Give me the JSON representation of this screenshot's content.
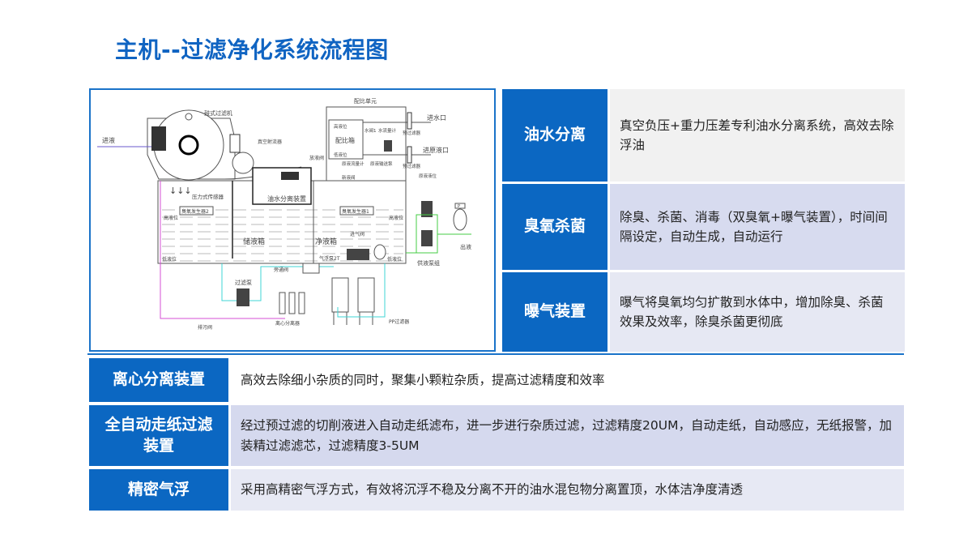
{
  "title": "主机--过滤净化系统流程图",
  "diagram": {
    "labels": {
      "drum_filter": "鼓式过滤机",
      "inlet": "进液",
      "vacuum_jet": "真空射流器",
      "pressure_sensor": "压力式传感器",
      "oil_water_sep": "油水分离装置",
      "ratio_unit": "配比单元",
      "ratio_tank": "配比箱",
      "high_level_ratio": "高液位",
      "low_level_ratio": "低液位",
      "water_valve": "水阀1",
      "water_flowmeter": "水流量计",
      "prefilter_1": "预过滤器",
      "prefilter_2": "预过滤器",
      "water_inlet": "进水口",
      "concentrate_inlet": "进原液口",
      "concentrate_flowmeter": "原液流量计",
      "concentrate_pump": "原液输送泵",
      "concentrate_level": "原液液位",
      "drain_valve_top": "放液阀",
      "new_liquid_valve": "新液阀",
      "ozone_gen_2": "臭氧发生器2",
      "ozone_gen_1": "臭氧发生器1",
      "high_level_left": "高液位",
      "high_level_right": "高液位",
      "storage_tank": "储液箱",
      "clean_tank": "净液箱",
      "air_inlet_valve": "进气阀",
      "air_float_pump": "气浮泵2T",
      "low_level_left": "低液位",
      "low_level_right": "低液位",
      "supply_pump_group": "供液泵组",
      "outlet": "出液",
      "pressure_tank": "P",
      "bypass_valve": "旁通阀",
      "filter_pump": "过滤泵",
      "sewage_valve": "排污阀",
      "centrifugal_separator": "离心分离器",
      "pp_filter": "PP过滤器"
    },
    "colors": {
      "frame": "#1a73c9",
      "inlet_line": "#6a5acd",
      "drain_line": "#d54fd5",
      "filter_line": "#3fd6d6",
      "supply_line": "#44cc44"
    }
  },
  "right_table": [
    {
      "label": "油水分离",
      "text": "真空负压+重力压差专利油水分离系统，高效去除浮油",
      "bg": "#f1f1f1"
    },
    {
      "label": "臭氧杀菌",
      "text": "除臭、杀菌、消毒（双臭氧+曝气装置），时间间隔设定，自动生成，自动运行",
      "bg": "#d7dbef"
    },
    {
      "label": "曝气装置",
      "text": "曝气将臭氧均匀扩散到水体中，增加除臭、杀菌效果及效率，除臭杀菌更彻底",
      "bg": "#e6e8f3"
    }
  ],
  "bottom_table": [
    {
      "label": "离心分离装置",
      "text": "高效去除细小杂质的同时，聚集小颗粒杂质，提高过滤精度和效率",
      "bg": "#ffffff"
    },
    {
      "label": "全自动走纸过滤装置",
      "text": "经过预过滤的切削液进入自动走纸滤布，进一步进行杂质过滤，过滤精度20UM，自动走纸，自动感应，无纸报警，加装精过滤滤芯，过滤精度3-5UM",
      "bg": "#d5d9ee"
    },
    {
      "label": "精密气浮",
      "text": "采用高精密气浮方式，有效将沉浮不稳及分离不开的油水混包物分离置顶，水体洁净度清透",
      "bg": "#e7e9f4"
    }
  ]
}
